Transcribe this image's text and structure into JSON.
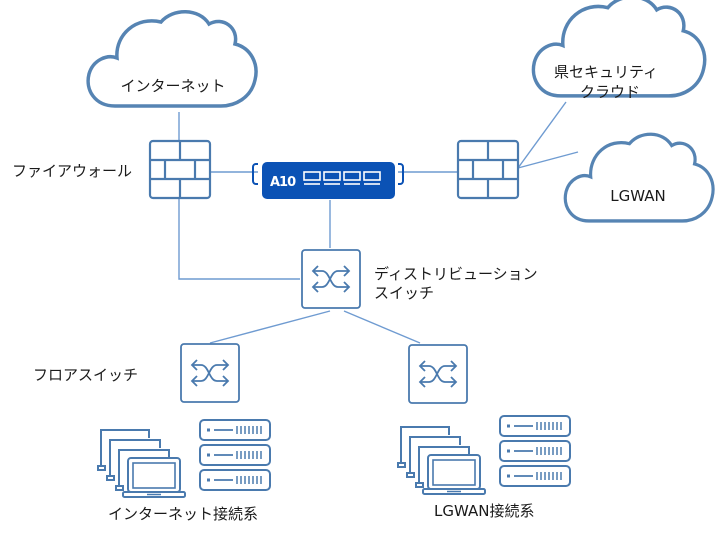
{
  "colors": {
    "icon_stroke": "#4a7aae",
    "cloud_stroke": "#5684b3",
    "link_line": "#6f9bd1",
    "a10_fill": "#0b52b5",
    "a10_text": "#ffffff",
    "text": "#1a1a1a",
    "background": "#ffffff"
  },
  "clouds": {
    "internet": "インターネット",
    "pref_security_cloud_line1": "県セキュリティ",
    "pref_security_cloud_line2": "クラウド",
    "lgwan": "LGWAN"
  },
  "labels": {
    "firewall": "ファイアウォール",
    "distribution_switch_line1": "ディストリビューション",
    "distribution_switch_line2": "スイッチ",
    "floor_switch": "フロアスイッチ",
    "internet_segment": "インターネット接続系",
    "lgwan_segment": "LGWAN接続系"
  },
  "appliance": {
    "brand": "A10",
    "port_count": 4
  },
  "connections": [
    {
      "from": "internet-cloud",
      "to": "firewall-left"
    },
    {
      "from": "firewall-left",
      "to": "a10-appliance"
    },
    {
      "from": "a10-appliance",
      "to": "firewall-right"
    },
    {
      "from": "firewall-right",
      "to": "pref-security-cloud"
    },
    {
      "from": "firewall-right",
      "to": "lgwan-cloud"
    },
    {
      "from": "a10-appliance",
      "to": "distribution-switch"
    },
    {
      "from": "firewall-left",
      "to": "distribution-switch"
    },
    {
      "from": "distribution-switch",
      "to": "floor-switch-internet"
    },
    {
      "from": "distribution-switch",
      "to": "floor-switch-lgwan"
    }
  ]
}
